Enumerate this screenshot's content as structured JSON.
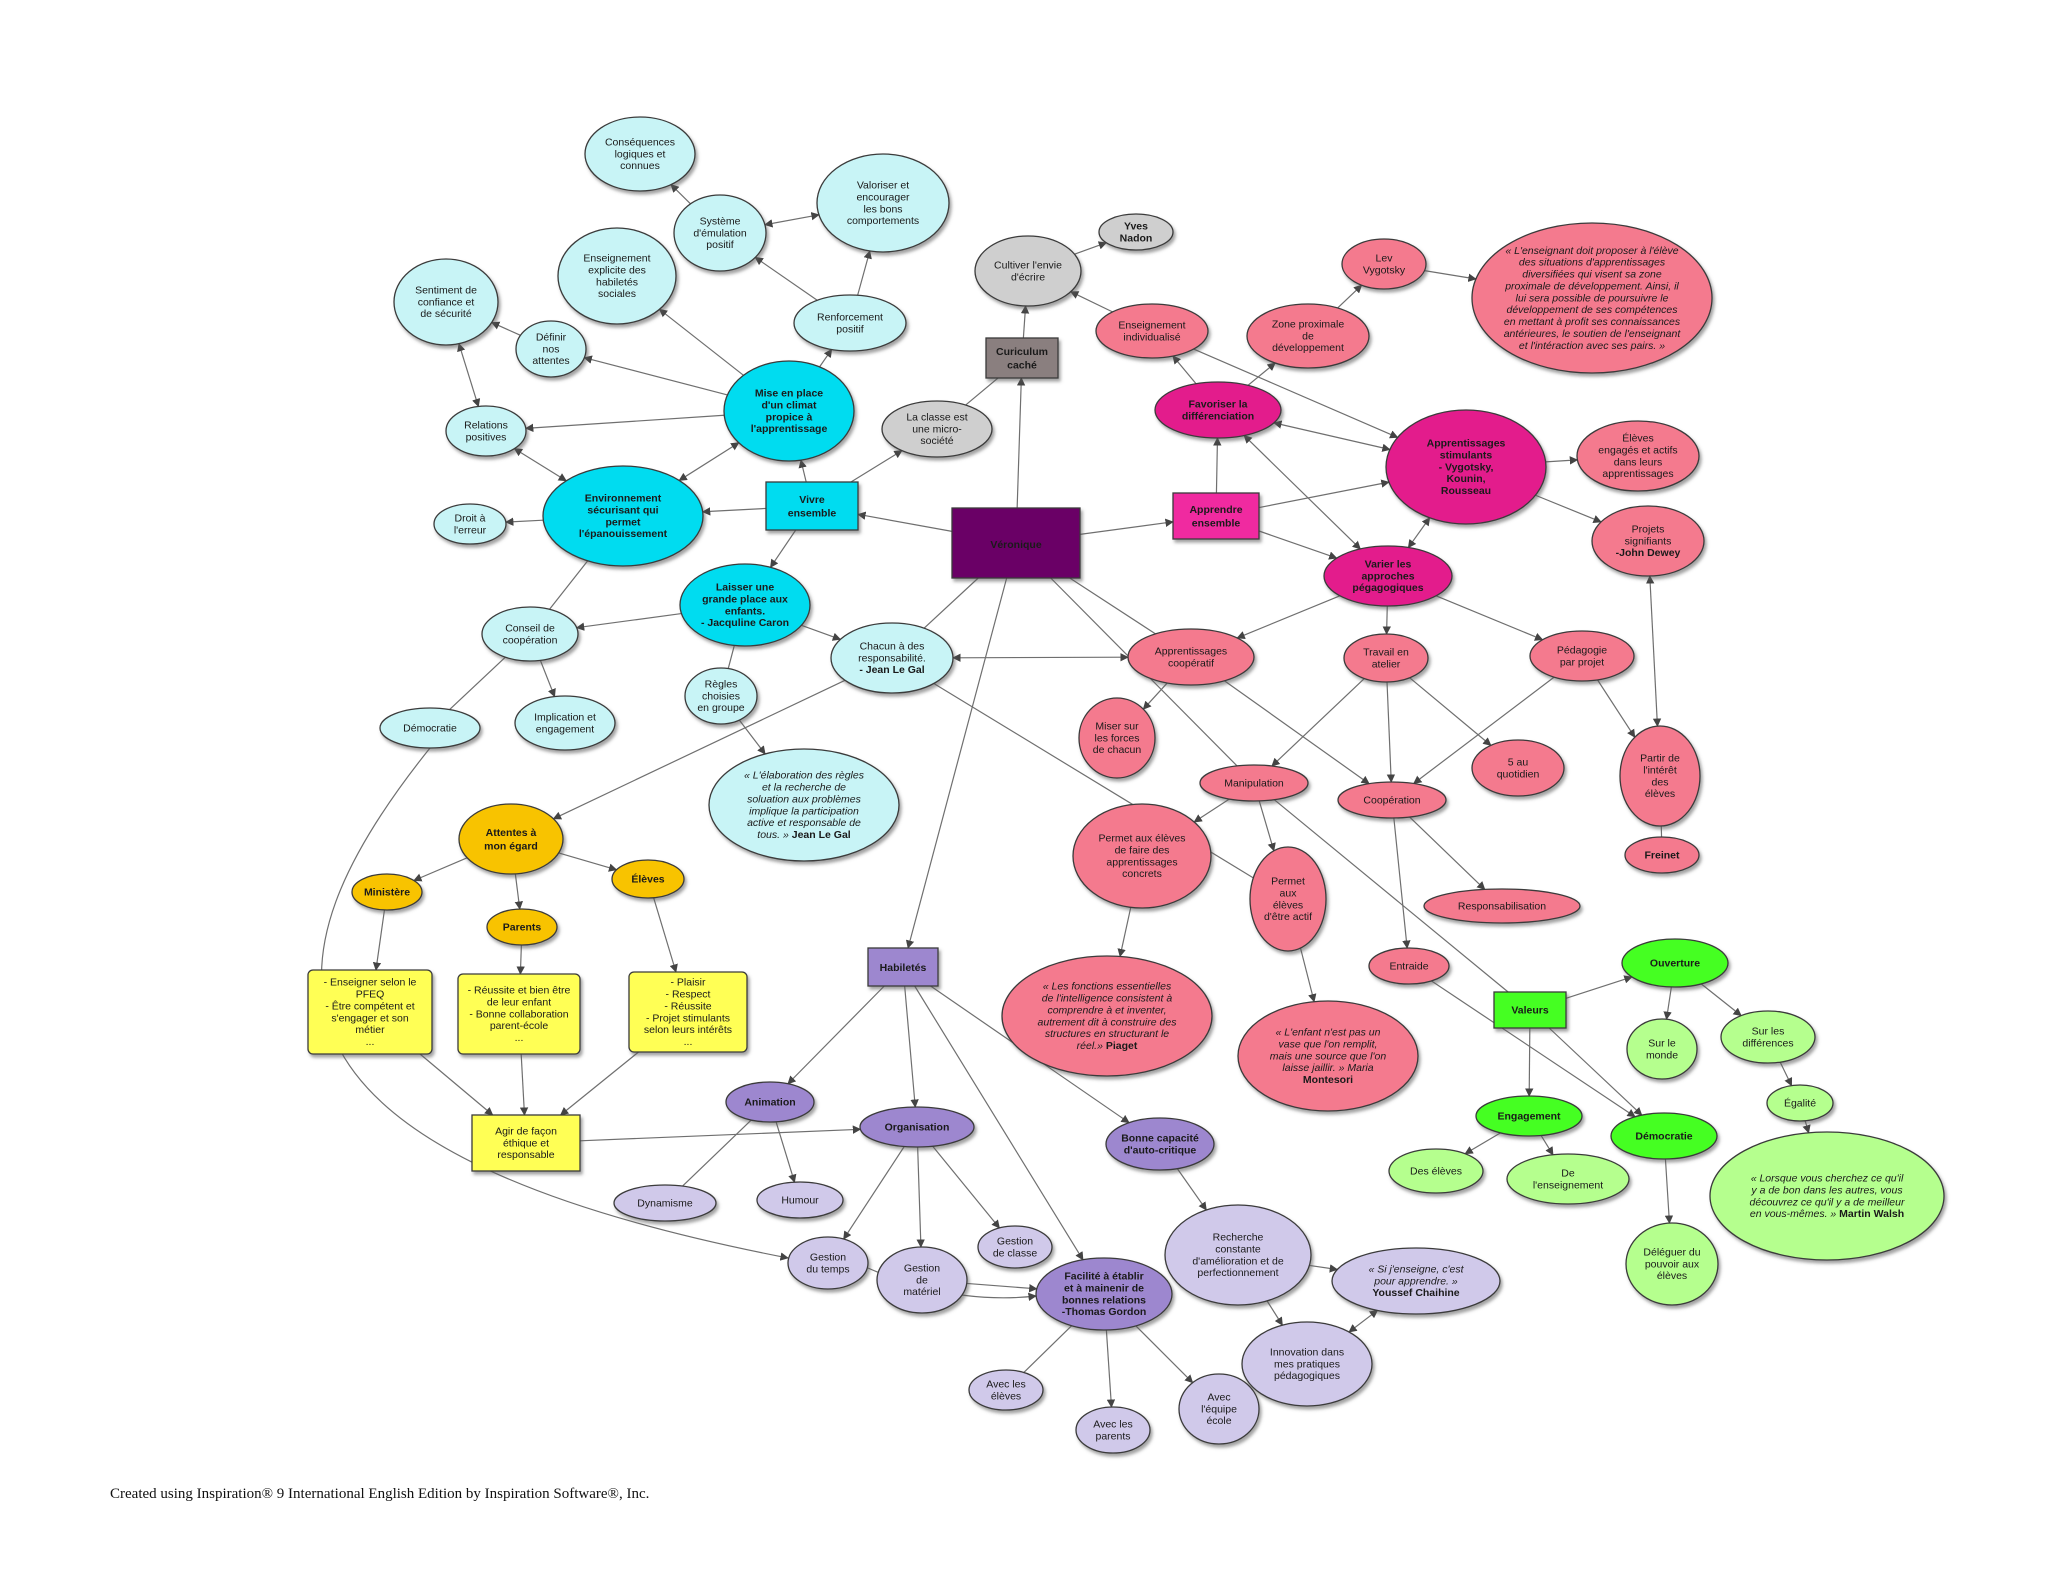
{
  "footer": "Created using Inspiration® 9 International English Edition by Inspiration Software®, Inc.",
  "palette": {
    "cyan_light": "#c8f4f6",
    "cyan": "#00dcf0",
    "pink": "#f47a8e",
    "magenta": "#f02aa0",
    "magenta_dark": "#e31e8c",
    "gold": "#f8c300",
    "yellow": "#ffff55",
    "lavender": "#d0c9ea",
    "purple": "#9d87cf",
    "green": "#44ff22",
    "green_light": "#b5ff8e",
    "grey": "#cfcfcf",
    "root": "#6a0066"
  },
  "nodes": [
    {
      "id": "veronique",
      "shape": "rect",
      "color": "root",
      "text_color": "#ffffff",
      "lines": [
        "Véronique"
      ],
      "bold": true,
      "size": 16
    },
    {
      "id": "vivre",
      "shape": "rect",
      "color": "cyan",
      "lines": [
        "Vivre",
        "ensemble"
      ],
      "bold": true,
      "size": 12
    },
    {
      "id": "curiculum",
      "shape": "rect",
      "color": "#8a7f7f",
      "lines": [
        "Curiculum",
        "caché"
      ],
      "bold": true,
      "size": 12
    },
    {
      "id": "apprendre",
      "shape": "rect",
      "color": "magenta",
      "lines": [
        "Apprendre",
        "ensemble"
      ],
      "bold": true,
      "size": 12
    },
    {
      "id": "habiletes",
      "shape": "rect",
      "color": "purple",
      "lines": [
        "Habiletés"
      ],
      "bold": true,
      "size": 12
    },
    {
      "id": "valeurs",
      "shape": "rect",
      "color": "green",
      "lines": [
        "Valeurs"
      ],
      "bold": true,
      "size": 11
    },
    {
      "id": "yves",
      "shape": "ellipse",
      "color": "grey",
      "lines": [
        "Yves",
        "Nadon"
      ],
      "bold": true
    },
    {
      "id": "cultiver",
      "shape": "ellipse",
      "color": "grey",
      "lines": [
        "Cultiver l'envie",
        "d'écrire"
      ]
    },
    {
      "id": "classe_micro",
      "shape": "ellipse",
      "color": "grey",
      "lines": [
        "La classe est",
        "une micro-",
        "société"
      ]
    },
    {
      "id": "consequences",
      "shape": "ellipse",
      "color": "cyan_light",
      "lines": [
        "Conséquences",
        "logiques  et",
        "connues"
      ]
    },
    {
      "id": "valoriser",
      "shape": "ellipse",
      "color": "cyan_light",
      "lines": [
        "Valoriser et",
        "encourager",
        "les bons",
        "comportements"
      ]
    },
    {
      "id": "systeme",
      "shape": "ellipse",
      "color": "cyan_light",
      "lines": [
        "Système",
        "d'émulation",
        "positif"
      ]
    },
    {
      "id": "enseignement_explicite",
      "shape": "ellipse",
      "color": "cyan_light",
      "lines": [
        "Enseignement",
        "explicite des",
        "habiletés",
        "sociales"
      ]
    },
    {
      "id": "sentiment",
      "shape": "ellipse",
      "color": "cyan_light",
      "lines": [
        "Sentiment de",
        "confiance et",
        "de sécurité"
      ]
    },
    {
      "id": "definir",
      "shape": "ellipse",
      "color": "cyan_light",
      "lines": [
        "Définir",
        "nos",
        "attentes"
      ]
    },
    {
      "id": "renforcement",
      "shape": "ellipse",
      "color": "cyan_light",
      "lines": [
        "Renforcement",
        "positif"
      ]
    },
    {
      "id": "relations",
      "shape": "ellipse",
      "color": "cyan_light",
      "lines": [
        "Relations",
        "positives"
      ]
    },
    {
      "id": "mise_en_place",
      "shape": "ellipse",
      "color": "cyan",
      "lines": [
        "Mise en place",
        "d'un climat",
        "propice à",
        "l'apprentissage"
      ],
      "bold": true
    },
    {
      "id": "droit",
      "shape": "ellipse",
      "color": "cyan_light",
      "lines": [
        "Droit à",
        "l'erreur"
      ]
    },
    {
      "id": "environnement",
      "shape": "ellipse",
      "color": "cyan",
      "lines": [
        "Environnement",
        "sécurisant qui",
        "permet",
        "l'épanouissement"
      ],
      "bold": true
    },
    {
      "id": "laisser",
      "shape": "ellipse",
      "color": "cyan",
      "lines": [
        "Laisser une",
        "grande place aux",
        "enfants.",
        "- Jacquline Caron"
      ],
      "bold": true
    },
    {
      "id": "conseil",
      "shape": "ellipse",
      "color": "cyan_light",
      "lines": [
        "Conseil de",
        "coopération"
      ]
    },
    {
      "id": "chacun",
      "shape": "ellipse",
      "color": "cyan_light",
      "lines": [
        "Chacun à des",
        "responsabilité.",
        "- Jean Le Gal"
      ],
      "bold_last": true
    },
    {
      "id": "regles",
      "shape": "ellipse",
      "color": "cyan_light",
      "lines": [
        "Règles",
        "choisies",
        "en groupe"
      ]
    },
    {
      "id": "democratie_c",
      "shape": "ellipse",
      "color": "cyan_light",
      "lines": [
        "Démocratie"
      ]
    },
    {
      "id": "implication",
      "shape": "ellipse",
      "color": "cyan_light",
      "lines": [
        "Implication et",
        "engagement"
      ]
    },
    {
      "id": "quote_legal",
      "shape": "ellipse",
      "color": "cyan_light",
      "lines": [
        "« L'élaboration  des règles",
        "et la recherche de",
        "soluation aux problèmes",
        "implique la participation",
        "active et responsable de",
        "tous. » Jean Le Gal"
      ],
      "italic": true,
      "bold_tail": "Jean Le Gal"
    },
    {
      "id": "attentes",
      "shape": "ellipse",
      "color": "gold",
      "lines": [
        "Attentes à",
        "mon égard"
      ],
      "bold": true,
      "size": 12
    },
    {
      "id": "ministere",
      "shape": "ellipse",
      "color": "gold",
      "lines": [
        "Ministère"
      ],
      "bold": true
    },
    {
      "id": "parents",
      "shape": "ellipse",
      "color": "gold",
      "lines": [
        "Parents"
      ],
      "bold": true
    },
    {
      "id": "eleves_g",
      "shape": "ellipse",
      "color": "gold",
      "lines": [
        "Élèves"
      ],
      "bold": true
    },
    {
      "id": "box_min",
      "shape": "rrect",
      "color": "yellow",
      "lines": [
        "- Enseigner selon le",
        "PFEQ",
        "-  Être compétent et",
        "s'engager et son",
        "métier",
        "..."
      ]
    },
    {
      "id": "box_par",
      "shape": "rrect",
      "color": "yellow",
      "lines": [
        "- Réussite et bien être",
        "de leur enfant",
        "- Bonne collaboration",
        "parent-école",
        "..."
      ]
    },
    {
      "id": "box_ele",
      "shape": "rrect",
      "color": "yellow",
      "lines": [
        "- Plaisir",
        "- Respect",
        "- Réussite",
        "- Projet stimulants",
        "selon leurs intérêts",
        "..."
      ]
    },
    {
      "id": "agir",
      "shape": "rect",
      "color": "yellow",
      "lines": [
        "Agir de façon",
        "éthique et",
        "responsable"
      ]
    },
    {
      "id": "animation",
      "shape": "ellipse",
      "color": "purple",
      "lines": [
        "Animation"
      ],
      "bold": true
    },
    {
      "id": "organisation",
      "shape": "ellipse",
      "color": "purple",
      "lines": [
        "Organisation"
      ],
      "bold": true
    },
    {
      "id": "bonne_cap",
      "shape": "ellipse",
      "color": "purple",
      "lines": [
        "Bonne capacité",
        "d'auto-critique"
      ],
      "bold": true
    },
    {
      "id": "dynamisme",
      "shape": "ellipse",
      "color": "lavender",
      "lines": [
        "Dynamisme"
      ]
    },
    {
      "id": "humour",
      "shape": "ellipse",
      "color": "lavender",
      "lines": [
        "Humour"
      ]
    },
    {
      "id": "gestion_classe",
      "shape": "ellipse",
      "color": "lavender",
      "lines": [
        "Gestion",
        "de classe"
      ]
    },
    {
      "id": "gestion_temps",
      "shape": "ellipse",
      "color": "lavender",
      "lines": [
        "Gestion",
        "du temps"
      ]
    },
    {
      "id": "gestion_mat",
      "shape": "ellipse",
      "color": "lavender",
      "lines": [
        "Gestion",
        "de",
        "matériel"
      ]
    },
    {
      "id": "facilite",
      "shape": "ellipse",
      "color": "purple",
      "lines": [
        "Facilité à établir",
        "et à mainenir de",
        "bonnes  relations",
        "-Thomas Gordon"
      ],
      "bold": true
    },
    {
      "id": "recherche",
      "shape": "ellipse",
      "color": "lavender",
      "lines": [
        "Recherche",
        "constante",
        "d'amélioration et de",
        "perfectionnement"
      ]
    },
    {
      "id": "quote_chaihine",
      "shape": "ellipse",
      "color": "lavender",
      "lines": [
        "« Si j'enseigne, c'est",
        "pour apprendre. »",
        "Youssef Chaihine"
      ],
      "italic": true,
      "bold_last": true
    },
    {
      "id": "innovation",
      "shape": "ellipse",
      "color": "lavender",
      "lines": [
        "Innovation  dans",
        "mes pratiques",
        "pédagogiques"
      ]
    },
    {
      "id": "avec_eleves",
      "shape": "ellipse",
      "color": "lavender",
      "lines": [
        "Avec les",
        "élèves"
      ]
    },
    {
      "id": "avec_parents",
      "shape": "ellipse",
      "color": "lavender",
      "lines": [
        "Avec les",
        "parents"
      ]
    },
    {
      "id": "avec_equipe",
      "shape": "ellipse",
      "color": "lavender",
      "lines": [
        "Avec",
        "l'équipe",
        "école"
      ]
    },
    {
      "id": "enseignement_ind",
      "shape": "ellipse",
      "color": "pink",
      "lines": [
        "Enseignement",
        "individualisé"
      ]
    },
    {
      "id": "zone",
      "shape": "ellipse",
      "color": "pink",
      "lines": [
        "Zone proximale",
        "de",
        "développement"
      ]
    },
    {
      "id": "lev",
      "shape": "ellipse",
      "color": "pink",
      "lines": [
        "Lev",
        "Vygotsky"
      ]
    },
    {
      "id": "quote_vyg",
      "shape": "ellipse",
      "color": "pink",
      "lines": [
        "« L'enseignant doit proposer à l'élève",
        "des situations d'apprentissages",
        "diversifiées qui visent sa zone",
        "proximale de développement. Ainsi, il",
        "lui sera possible de poursuivre le",
        "développement de ses compétences",
        "en mettant à profit ses connaissances",
        "antérieures, le soutien de l'enseignant",
        "et l'intéraction avec ses pairs. »"
      ],
      "italic": true
    },
    {
      "id": "favoriser",
      "shape": "ellipse",
      "color": "magenta_dark",
      "lines": [
        "Favoriser la",
        "différenciation"
      ],
      "bold": true
    },
    {
      "id": "apprentissages_stim",
      "shape": "ellipse",
      "color": "magenta_dark",
      "lines": [
        "Apprentissages",
        "stimulants",
        "- Vygotsky,",
        "Kounin,",
        "Rousseau"
      ],
      "bold": true
    },
    {
      "id": "eleves_engages",
      "shape": "ellipse",
      "color": "pink",
      "lines": [
        "Élèves",
        "engagés  et actifs",
        "dans leurs",
        "apprentissages"
      ]
    },
    {
      "id": "projets",
      "shape": "ellipse",
      "color": "pink",
      "lines": [
        "Projets",
        "signifiants",
        "-John Dewey"
      ],
      "bold_last": true
    },
    {
      "id": "varier",
      "shape": "ellipse",
      "color": "magenta_dark",
      "lines": [
        "Varier les",
        "approches",
        "pégagogiques"
      ],
      "bold": true
    },
    {
      "id": "app_coop",
      "shape": "ellipse",
      "color": "pink",
      "lines": [
        "Apprentissages",
        "coopératif"
      ]
    },
    {
      "id": "travail",
      "shape": "ellipse",
      "color": "pink",
      "lines": [
        "Travail en",
        "atelier"
      ]
    },
    {
      "id": "pedagogie",
      "shape": "ellipse",
      "color": "pink",
      "lines": [
        "Pédagogie",
        "par projet"
      ]
    },
    {
      "id": "miser",
      "shape": "ellipse",
      "color": "pink",
      "lines": [
        "Miser sur",
        "les forces",
        "de chacun"
      ]
    },
    {
      "id": "cinq",
      "shape": "ellipse",
      "color": "pink",
      "lines": [
        "5 au",
        "quotidien"
      ]
    },
    {
      "id": "partir",
      "shape": "ellipse",
      "color": "pink",
      "lines": [
        "Partir de",
        "l'intérêt",
        "des",
        "élèves"
      ]
    },
    {
      "id": "manipulation",
      "shape": "ellipse",
      "color": "pink",
      "lines": [
        "Manipulation"
      ]
    },
    {
      "id": "cooperation",
      "shape": "ellipse",
      "color": "pink",
      "lines": [
        "Coopération"
      ]
    },
    {
      "id": "freinet",
      "shape": "ellipse",
      "color": "pink",
      "lines": [
        "Freinet"
      ],
      "bold": true
    },
    {
      "id": "permet_concrets",
      "shape": "ellipse",
      "color": "pink",
      "lines": [
        "Permet aux élèves",
        "de faire des",
        "apprentissages",
        "concrets"
      ]
    },
    {
      "id": "permet_actif",
      "shape": "ellipse",
      "color": "pink",
      "lines": [
        "Permet",
        "aux",
        "élèves",
        "d'être actif"
      ]
    },
    {
      "id": "responsabilisation",
      "shape": "ellipse",
      "color": "pink",
      "lines": [
        "Responsabilisation"
      ]
    },
    {
      "id": "entraide",
      "shape": "ellipse",
      "color": "pink",
      "lines": [
        "Entraide"
      ]
    },
    {
      "id": "quote_piaget",
      "shape": "ellipse",
      "color": "pink",
      "lines": [
        "« Les fonctions essentielles",
        "de l'intelligence consistent à",
        "comprendre à et inventer,",
        "autrement dit à construire des",
        "structures en structurant le",
        "réel.» Piaget"
      ],
      "italic": true,
      "bold_tail": "Piaget"
    },
    {
      "id": "quote_montessori",
      "shape": "ellipse",
      "color": "pink",
      "lines": [
        "« L'enfant n'est pas un",
        "vase que l'on remplit,",
        "mais une source que l'on",
        "laisse jaillir. » Maria",
        "Montesori"
      ],
      "italic": true,
      "bold_last": true
    },
    {
      "id": "ouverture",
      "shape": "ellipse",
      "color": "green",
      "lines": [
        "Ouverture"
      ],
      "bold": true
    },
    {
      "id": "engagement",
      "shape": "ellipse",
      "color": "green",
      "lines": [
        "Engagement"
      ],
      "bold": true
    },
    {
      "id": "democratie_v",
      "shape": "ellipse",
      "color": "green",
      "lines": [
        "Démocratie"
      ],
      "bold": true
    },
    {
      "id": "sur_monde",
      "shape": "ellipse",
      "color": "green_light",
      "lines": [
        "Sur le",
        "monde"
      ]
    },
    {
      "id": "sur_diff",
      "shape": "ellipse",
      "color": "green_light",
      "lines": [
        "Sur les",
        "différences"
      ]
    },
    {
      "id": "egalite",
      "shape": "ellipse",
      "color": "green_light",
      "lines": [
        "Égalité"
      ]
    },
    {
      "id": "des_eleves",
      "shape": "ellipse",
      "color": "green_light",
      "lines": [
        "Des élèves"
      ]
    },
    {
      "id": "de_ens",
      "shape": "ellipse",
      "color": "green_light",
      "lines": [
        "De",
        "l'enseignement"
      ]
    },
    {
      "id": "deleguer",
      "shape": "ellipse",
      "color": "green_light",
      "lines": [
        "Déléguer du",
        "pouvoir aux",
        "élèves"
      ]
    },
    {
      "id": "quote_walsh",
      "shape": "ellipse",
      "color": "green_light",
      "lines": [
        "« Lorsque vous cherchez  ce qu'il",
        "y a de bon  dans les autres, vous",
        "découvrez ce qu'il y a de meilleur",
        "en vous-mêmes. » Martin Walsh"
      ],
      "italic": true,
      "bold_tail": "Martin Walsh"
    }
  ]
}
